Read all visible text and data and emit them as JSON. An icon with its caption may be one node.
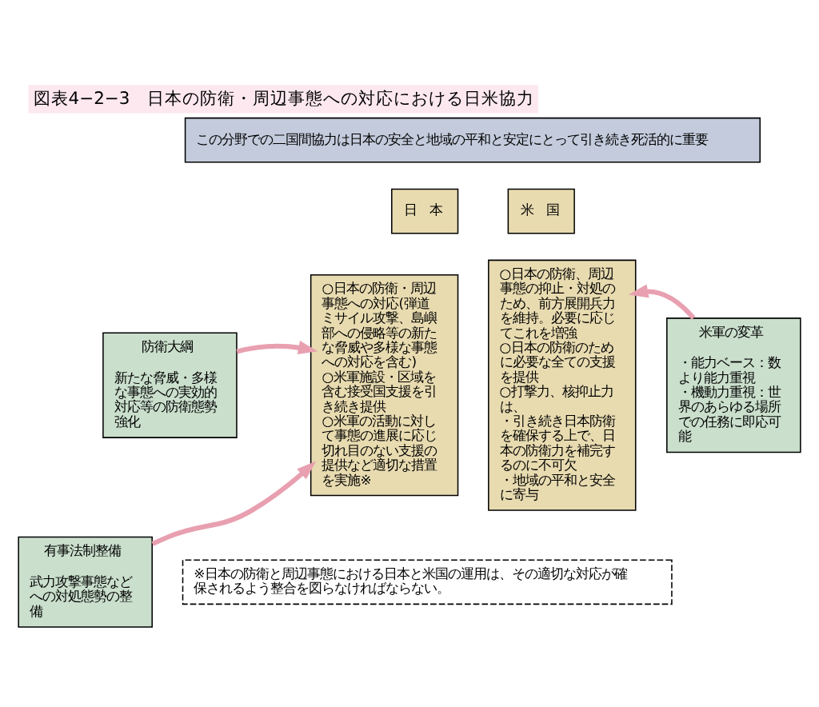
{
  "diagram": {
    "title": "図表4−2−3　日本の防衛・周辺事態への対応における日米協力",
    "nodes": [
      {
        "text": [
          "この分野での二国間協力は日本の安全と地域の平和と安定にとって引き続き死活的に重要"
        ]
      },
      {
        "text": [
          "日　本"
        ]
      },
      {
        "text": [
          "米　国"
        ]
      },
      {
        "text": [
          "○日本の防衛・周辺事態への対応(弾道ミサイル攻撃、島嶼部への侵略等の新たな脅威や多様な事態への対応を含む)",
          "○米軍施設・区域を含む接受国支援を引き続き提供",
          "○米軍の活動に対して事態の進展に応じ切れ目のない支援の提供など適切な措置を実施※"
        ]
      },
      {
        "text": [
          "○日本の防衛、周辺事態の抑止・対処のため、前方展開兵力を維持。必要に応じてこれを増強",
          "○日本の防衛のために必要な全ての支援を提供",
          "○打撃力、核抑止力は、",
          "・引き続き日本防衛を確保する上で、日本の防衛力を補完するのに不可欠",
          "・地域の平和と安全に寄与"
        ]
      },
      {
        "text": [
          "防衛大綱",
          "新たな脅威・多様な事態への実効的対応等の防衛態勢強化"
        ]
      },
      {
        "text": [
          "有事法制整備",
          "武力攻撃事態などへの対処態勢の整備"
        ]
      },
      {
        "text": [
          "米軍の変革",
          "・能力ベース：数より能力重視",
          "・機動力重視：世界のあらゆる場所での任務に即応可能"
        ]
      },
      {
        "text": [
          "※日本の防衛と周辺事態における日本と米国の運用は、その適切な対応が確保されるよう整合を図らなければならない。"
        ]
      }
    ],
    "edges": [
      {
        "from": 5,
        "to": 3,
        "arrow": "to"
      },
      {
        "from": 6,
        "to": 3,
        "arrow": "to"
      },
      {
        "from": 7,
        "to": 4,
        "arrow": "to"
      }
    ]
  }
}
